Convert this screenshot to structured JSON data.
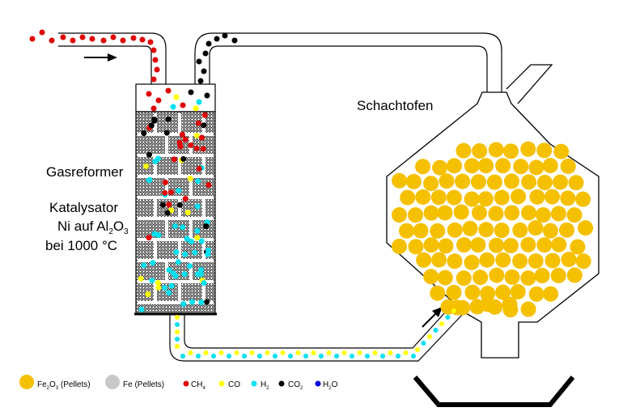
{
  "labels": {
    "shaft_furnace": "Schachtofen",
    "reformer": "Gasreformer",
    "catalyst_line1": "Katalysator",
    "catalyst_line2_pre": "Ni auf Al",
    "catalyst_line2_sub1": "2",
    "catalyst_line2_mid": "O",
    "catalyst_line2_sub2": "3",
    "catalyst_line3": "bei 1000 °C"
  },
  "legend": [
    {
      "id": "fe2o3",
      "pre": "Fe",
      "sub1": "2",
      "mid": "O",
      "sub2": "3",
      "post": " (Pellets)",
      "color": "#f5c000",
      "icon": "pellet-circle"
    },
    {
      "id": "fe",
      "pre": "Fe (Pellets)",
      "color": "#c8c8c8",
      "icon": "pellet-circle"
    },
    {
      "id": "ch4",
      "pre": "CH",
      "sub1": "4",
      "color": "#e00000",
      "icon": "dot"
    },
    {
      "id": "co",
      "pre": "CO",
      "color": "#ffff00",
      "icon": "dot"
    },
    {
      "id": "h2",
      "pre": "H",
      "sub1": "2",
      "color": "#00e0f0",
      "icon": "dot"
    },
    {
      "id": "co2",
      "pre": "CO",
      "sub1": "2",
      "color": "#000000",
      "icon": "dot"
    },
    {
      "id": "h2o",
      "pre": "H",
      "sub1": "2",
      "mid": "O",
      "color": "#0000e0",
      "icon": "dot"
    }
  ],
  "colors": {
    "pellet": "#f5c000",
    "ch4": "#e00000",
    "co": "#ffff00",
    "h2": "#00e0f0",
    "co2": "#000000",
    "h2o": "#0000e0"
  }
}
